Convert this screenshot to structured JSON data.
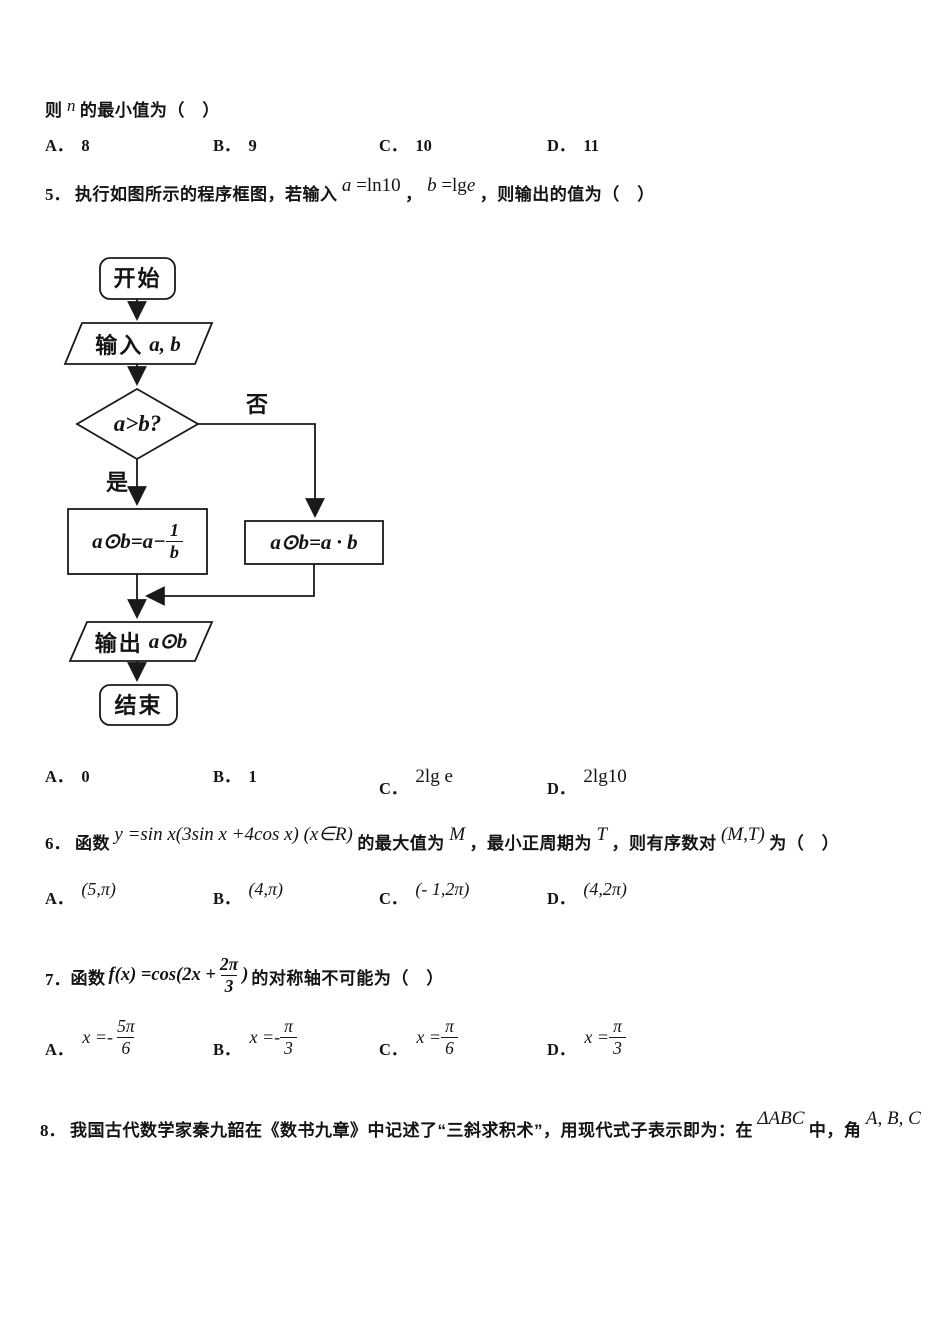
{
  "colors": {
    "ink": "#141414",
    "paper": "#ffffff"
  },
  "labels": {
    "A": "A．",
    "B": "B．",
    "C": "C．",
    "D": "D．"
  },
  "intro": {
    "pre": "则",
    "var": "n",
    "post": "的最小值为（　）"
  },
  "q4_options": {
    "a": "8",
    "b": "9",
    "c": "10",
    "d": "11"
  },
  "q5": {
    "number": "5．",
    "pre": "执行如图所示的程序框图，若输入",
    "math1_var": "a",
    "math1_rest": " =ln10",
    "sep": "，",
    "math2_var": "b",
    "math2_rest": " =lg",
    "math2_var2": "e",
    "post": "，则输出的值为（　）"
  },
  "flowchart": {
    "start": "开始",
    "input_cn": "输入",
    "input_math": "a, b",
    "decision": "a>b?",
    "no_label": "否",
    "yes_label": "是",
    "left_box_lead": "a⊙b=a−",
    "left_box_num": "1",
    "left_box_den": "b",
    "right_box": "a⊙b=a · b",
    "output_cn": "输出",
    "output_math": "a⊙b",
    "end": "结束"
  },
  "q5_options": {
    "a": "0",
    "b": "1",
    "c": "2lg e",
    "d": "2lg10"
  },
  "q6": {
    "number": "6．",
    "pre": "函数",
    "math1": "y =sin x(3sin x +4cos x) (x∈R)",
    "mid1": "的最大值为",
    "math2": "M",
    "mid2": "，最小正周期为",
    "math3": "T",
    "mid3": "，则有序数对",
    "math4": "(M,T)",
    "post": "为（　）"
  },
  "q6_options": {
    "a": "(5,π)",
    "b": "(4,π)",
    "c": "(- 1,2π)",
    "d": "(4,2π)"
  },
  "q7": {
    "number": "7．",
    "pre": "函数",
    "lead": "f(x) =cos(2x +",
    "num": "2π",
    "den": "3",
    "close": ")",
    "post": "的对称轴不可能为（　）"
  },
  "q7_options": {
    "a": {
      "lead": "x =- ",
      "num": "5π",
      "den": "6"
    },
    "b": {
      "lead": "x =- ",
      "num": "π",
      "den": "3"
    },
    "c": {
      "lead": "x =",
      "num": "π",
      "den": "6"
    },
    "d": {
      "lead": "x =",
      "num": "π",
      "den": "3"
    }
  },
  "q8": {
    "number": "8．",
    "pre": "我国古代数学家秦九韶在《数书九章》中记述了“三斜求积术”，用现代式子表示即为：在",
    "math1": "ΔABC",
    "mid": "中，角",
    "math2": "A, B, C"
  }
}
